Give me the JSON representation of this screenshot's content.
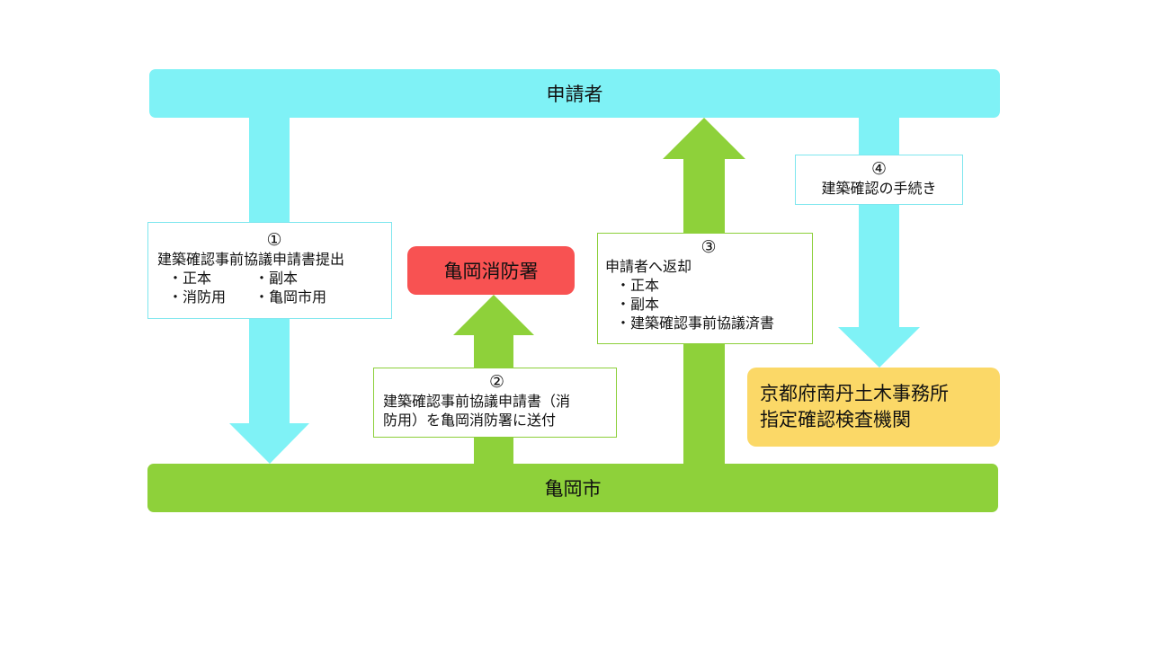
{
  "applicant": {
    "label": "申請者"
  },
  "city": {
    "label": "亀岡市"
  },
  "fire_department": {
    "label": "亀岡消防署"
  },
  "prefecture": {
    "line1": "京都府南丹土木事務所",
    "line2": "指定確認検査機関"
  },
  "steps": [
    {
      "number": "①",
      "title": "建築確認事前協議申請書提出",
      "items": [
        "・正本",
        "・副本",
        "・消防用",
        "・亀岡市用"
      ]
    },
    {
      "number": "②",
      "lines": [
        "建築確認事前協議申請書（消",
        "防用）を亀岡消防署に送付"
      ]
    },
    {
      "number": "③",
      "title": "申請者へ返却",
      "items": [
        "・正本",
        "・副本",
        "・建築確認事前協議済書"
      ]
    },
    {
      "number": "④",
      "title": "建築確認の手続き"
    }
  ],
  "colors": {
    "applicant": "#7ff2f6",
    "city": "#8ed13a",
    "fire_department": "#f85252",
    "prefecture": "#fbd867"
  }
}
